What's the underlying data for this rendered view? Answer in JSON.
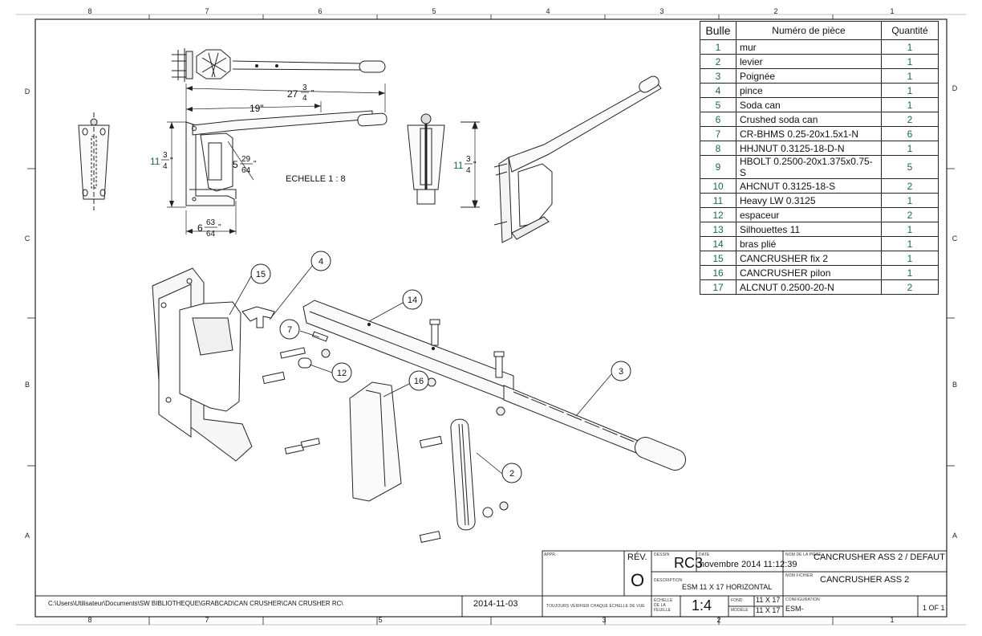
{
  "zone_columns": [
    "8",
    "7",
    "6",
    "5",
    "4",
    "3",
    "2",
    "1"
  ],
  "zone_rows": [
    "D",
    "C",
    "B",
    "A"
  ],
  "dimensions": {
    "overall_len": "27",
    "overall_frac_num": "3",
    "overall_frac_den": "4",
    "overall_unit": "\"",
    "lever_len": "19\"",
    "height_left": "11",
    "height_frac_num": "3",
    "height_frac_den": "4",
    "height_unit": "\"",
    "jaw_whole": "5",
    "jaw_num": "29",
    "jaw_den": "64",
    "jaw_unit": "\"",
    "base_whole": "6",
    "base_num": "63",
    "base_den": "64",
    "base_unit": "\"",
    "height_right": "11",
    "height_right_num": "3",
    "height_right_den": "4",
    "height_right_unit": "\""
  },
  "scale_note": "ECHELLE 1 : 8",
  "balloons": [
    "15",
    "4",
    "14",
    "7",
    "12",
    "16",
    "3",
    "2"
  ],
  "bom": {
    "headers": [
      "Bulle",
      "Numéro de pièce",
      "Quantité"
    ],
    "rows": [
      {
        "n": "1",
        "name": "mur",
        "qty": "1"
      },
      {
        "n": "2",
        "name": "levier",
        "qty": "1"
      },
      {
        "n": "3",
        "name": "Poignée",
        "qty": "1"
      },
      {
        "n": "4",
        "name": "pince",
        "qty": "1"
      },
      {
        "n": "5",
        "name": "Soda can",
        "qty": "1"
      },
      {
        "n": "6",
        "name": "Crushed soda can",
        "qty": "2"
      },
      {
        "n": "7",
        "name": "CR-BHMS 0.25-20x1.5x1-N",
        "qty": "6"
      },
      {
        "n": "8",
        "name": "HHJNUT 0.3125-18-D-N",
        "qty": "1"
      },
      {
        "n": "9",
        "name": "HBOLT 0.2500-20x1.375x0.75-S",
        "qty": "5"
      },
      {
        "n": "10",
        "name": "AHCNUT 0.3125-18-S",
        "qty": "2"
      },
      {
        "n": "11",
        "name": "Heavy LW 0.3125",
        "qty": "1"
      },
      {
        "n": "12",
        "name": "espaceur",
        "qty": "2"
      },
      {
        "n": "13",
        "name": "Silhouettes 11",
        "qty": "1"
      },
      {
        "n": "14",
        "name": "bras plié",
        "qty": "1"
      },
      {
        "n": "15",
        "name": "CANCRUSHER fix 2",
        "qty": "1"
      },
      {
        "n": "16",
        "name": "CANCRUSHER pilon",
        "qty": "1"
      },
      {
        "n": "17",
        "name": "ALCNUT 0.2500-20-N",
        "qty": "2"
      }
    ]
  },
  "title_block": {
    "appr_label": "APPR.",
    "rev_label": "RÉV.",
    "rev_value": "O",
    "dessin_label": "DESSIN",
    "dessin_value": "RC3",
    "date_label": "DATE",
    "date_value": "novembre 2014 11:12:39",
    "nom_fichier_label": "NOM DE LA PIÈCE",
    "nom_fichier_value": "CANCRUSHER ASS 2 / DEFAUT",
    "description_label": "DESCRIPTION",
    "description_value": "ESM 11 X 17 HORIZONTAL",
    "nom_label": "NOM FICHIER",
    "nom_value": "CANCRUSHER ASS 2",
    "verify_note": "TOUJOURS VÉRIFIER CHAQUE ÉCHELLE DE VUE",
    "echelle_label": "ÉCHELLE DE LA FEUILLE",
    "echelle_value": "1:4",
    "fond_label": "FOND",
    "fond_value": "11 X 17",
    "modele_label": "MODÈLE",
    "modele_value": "11 X 17",
    "config_label": "CONFIGURATION",
    "config_value": "ESM-",
    "sheet_value": "1 OF 1"
  },
  "file_path": "C:\\Users\\Utilisateur\\Documents\\SW BIBLIOTHEQUE\\GRABCAD\\CAN CRUSHER\\CAN CRUSHER RC\\",
  "print_date": "2014-11-03"
}
